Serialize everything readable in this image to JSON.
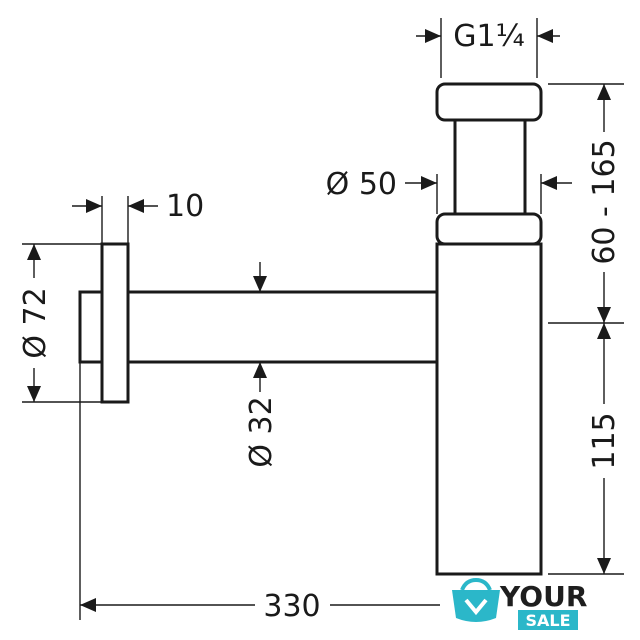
{
  "dimensions": {
    "thread": "G1¼",
    "pipe_diameter_top": "Ø 50",
    "flange_thickness": "10",
    "flange_diameter": "Ø 72",
    "pipe_diameter_side": "Ø 32",
    "height_adjust": "60 - 165",
    "height_lower": "115",
    "length": "330"
  },
  "logo": {
    "word_top": "YOUR",
    "word_bottom": "SALE",
    "colors": {
      "primary": "#1e1e1e",
      "accent": "#2bb7c9"
    }
  }
}
